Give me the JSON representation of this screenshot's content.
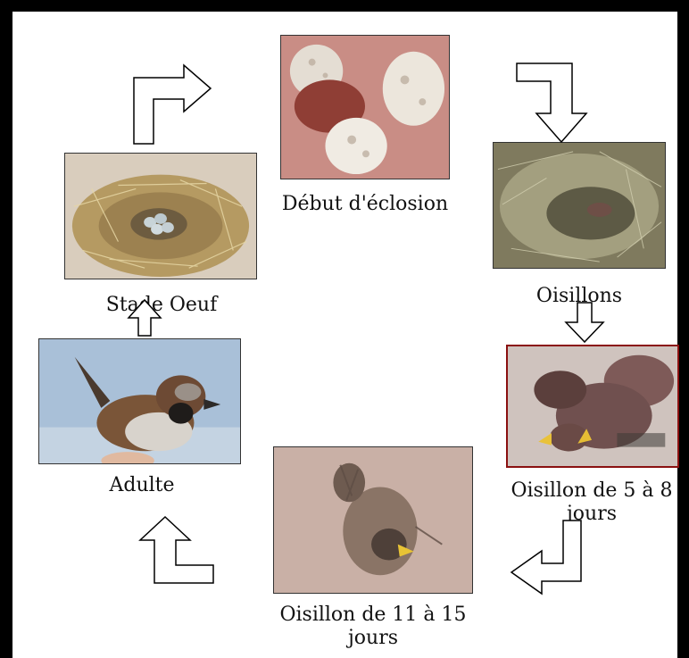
{
  "diagram": {
    "stages": [
      {
        "id": "eggs",
        "label": "Stade Oeuf",
        "image": "nest-with-eggs-photo"
      },
      {
        "id": "hatching",
        "label": "Début d'éclosion",
        "image": "hatching-eggs-photo"
      },
      {
        "id": "nestlings",
        "label": "Oisillons",
        "image": "nest-with-nestlings-photo"
      },
      {
        "id": "chicks_5_8",
        "label_line1": "Oisillon de 5 à 8",
        "label_line2": "jours",
        "image": "young-chicks-photo"
      },
      {
        "id": "chicks_11_15",
        "label_line1": "Oisillon de 11 à 15",
        "label_line2": "jours",
        "image": "fledgling-photo"
      },
      {
        "id": "adult",
        "label": "Adulte",
        "image": "adult-sparrow-photo"
      }
    ],
    "arrow_style": {
      "fill": "#ffffff",
      "stroke": "#000000"
    }
  }
}
